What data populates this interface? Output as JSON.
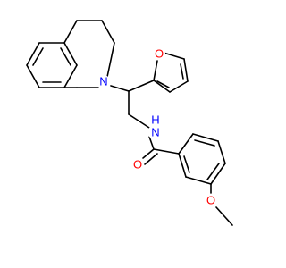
{
  "molecule": {
    "atoms": {
      "N_ring": {
        "label": "N",
        "color": "#0000ff"
      },
      "N_amide": {
        "label": "N",
        "color": "#0000ff"
      },
      "H_amide": {
        "label": "H",
        "color": "#0000ff"
      },
      "O_furan": {
        "label": "O",
        "color": "#ff0000"
      },
      "O_carbonyl": {
        "label": "O",
        "color": "#ff0000"
      },
      "O_methoxy": {
        "label": "O",
        "color": "#ff0000"
      }
    },
    "bond_color": "#000000"
  }
}
